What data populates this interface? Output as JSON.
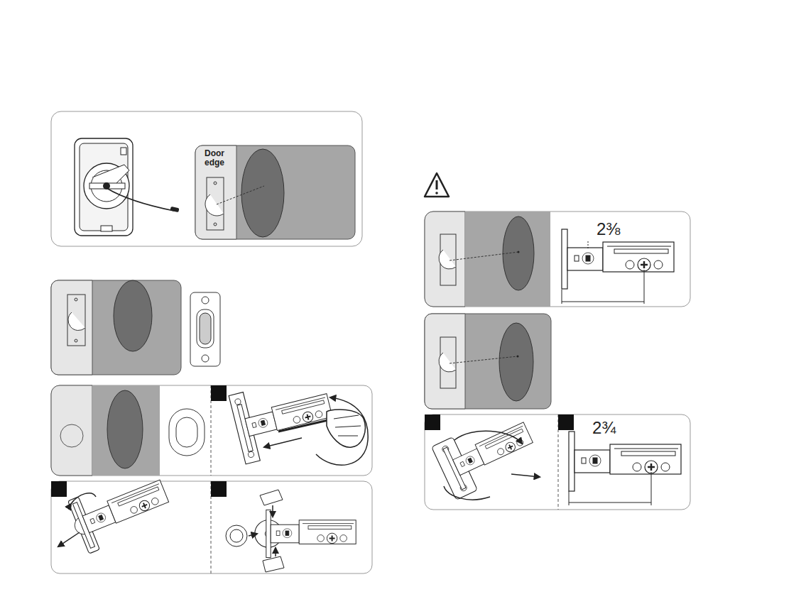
{
  "diagram": {
    "labels": [
      "Door edge",
      "2⅜",
      "2¾"
    ]
  }
}
